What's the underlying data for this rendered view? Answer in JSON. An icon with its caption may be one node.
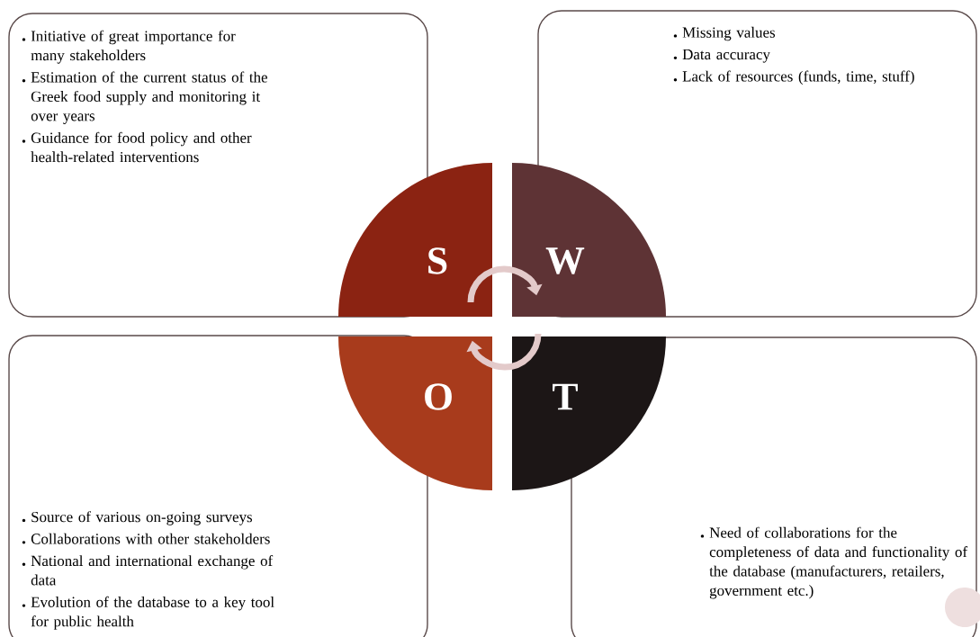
{
  "diagram": {
    "nodes": [
      {
        "text": [
          "Initiative of great importance for many stakeholders",
          "Estimation of the current status of the Greek food supply and monitoring it over years",
          "Guidance for food policy and other health-related interventions"
        ]
      },
      {
        "text": [
          "Missing values",
          "Data accuracy",
          "Lack of resources (funds, time, stuff)"
        ]
      },
      {
        "text": [
          "Source of various on-going surveys",
          "Collaborations with other stakeholders",
          "National and international exchange of data",
          "Evolution of the database to a key tool for public health"
        ]
      },
      {
        "text": [
          "Need of collaborations for the completeness of data and functionality of the database (manufacturers, retailers, government etc.)"
        ]
      },
      {
        "text": [
          "S"
        ]
      },
      {
        "text": [
          "W"
        ]
      },
      {
        "text": [
          "O"
        ]
      },
      {
        "text": [
          "T"
        ]
      }
    ],
    "edges": [
      {
        "from": 4,
        "to": 5,
        "arrow": "to"
      },
      {
        "from": 7,
        "to": 6,
        "arrow": "to"
      }
    ]
  }
}
